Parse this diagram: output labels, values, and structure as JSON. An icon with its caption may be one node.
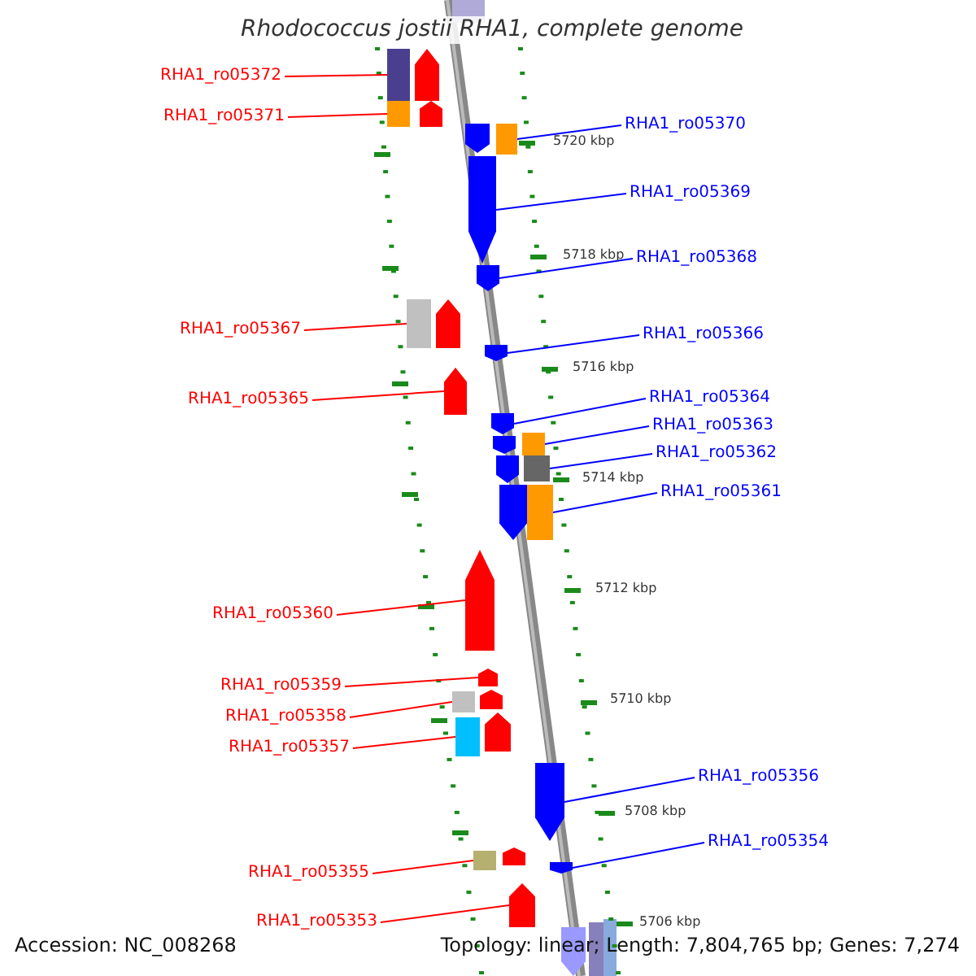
{
  "diagram": {
    "title": "Rhodococcus jostii RHA1, complete genome",
    "nodes": [
      {
        "text": [
          "RHA1_ro05372"
        ]
      },
      {
        "text": [
          "RHA1_ro05371"
        ]
      },
      {
        "text": [
          "RHA1_ro05367"
        ]
      },
      {
        "text": [
          "RHA1_ro05365"
        ]
      },
      {
        "text": [
          "RHA1_ro05360"
        ]
      },
      {
        "text": [
          "RHA1_ro05359"
        ]
      },
      {
        "text": [
          "RHA1_ro05358"
        ]
      },
      {
        "text": [
          "RHA1_ro05357"
        ]
      },
      {
        "text": [
          "RHA1_ro05355"
        ]
      },
      {
        "text": [
          "RHA1_ro05353"
        ]
      },
      {
        "text": [
          "RHA1_ro05370"
        ]
      },
      {
        "text": [
          "RHA1_ro05369"
        ]
      },
      {
        "text": [
          "RHA1_ro05368"
        ]
      },
      {
        "text": [
          "RHA1_ro05366"
        ]
      },
      {
        "text": [
          "RHA1_ro05364"
        ]
      },
      {
        "text": [
          "RHA1_ro05363"
        ]
      },
      {
        "text": [
          "RHA1_ro05362"
        ]
      },
      {
        "text": [
          "RHA1_ro05361"
        ]
      },
      {
        "text": [
          "RHA1_ro05356"
        ]
      },
      {
        "text": [
          "RHA1_ro05354"
        ]
      },
      {
        "text": [],
        "shape": "bar"
      },
      {
        "text": [],
        "shape": "bar"
      },
      {
        "text": [],
        "shape": "bar"
      },
      {
        "text": [],
        "shape": "bar"
      },
      {
        "text": [],
        "shape": "bar"
      },
      {
        "text": [],
        "shape": "bar"
      },
      {
        "text": [],
        "shape": "bar"
      },
      {
        "text": [],
        "shape": "bar"
      },
      {
        "text": [],
        "shape": "bar"
      },
      {
        "text": [],
        "shape": "bar"
      },
      {
        "text": [],
        "shape": "bar"
      },
      {
        "text": [],
        "shape": "bar"
      },
      {
        "text": [],
        "shape": "bar"
      },
      {
        "text": [],
        "shape": "bar"
      },
      {
        "text": [],
        "shape": "bar"
      },
      {
        "text": [],
        "shape": "bar"
      },
      {
        "text": [],
        "shape": "bar"
      },
      {
        "text": [],
        "shape": "bar"
      },
      {
        "text": [],
        "shape": "bar"
      },
      {
        "text": [],
        "shape": "bar"
      }
    ],
    "edges": [
      {
        "from": 0,
        "to": 20,
        "arrow": "none",
        "color": "#ff0000"
      },
      {
        "from": 1,
        "to": 21,
        "arrow": "none",
        "color": "#ff0000"
      },
      {
        "from": 2,
        "to": 22,
        "arrow": "none",
        "color": "#ff0000"
      },
      {
        "from": 3,
        "to": 23,
        "arrow": "none",
        "color": "#ff0000"
      },
      {
        "from": 4,
        "to": 24,
        "arrow": "none",
        "color": "#ff0000"
      },
      {
        "from": 5,
        "to": 25,
        "arrow": "none",
        "color": "#ff0000"
      },
      {
        "from": 6,
        "to": 26,
        "arrow": "none",
        "color": "#ff0000"
      },
      {
        "from": 7,
        "to": 27,
        "arrow": "none",
        "color": "#ff0000"
      },
      {
        "from": 8,
        "to": 28,
        "arrow": "none",
        "color": "#ff0000"
      },
      {
        "from": 9,
        "to": 29,
        "arrow": "none",
        "color": "#ff0000"
      },
      {
        "from": 10,
        "to": 30,
        "arrow": "none",
        "color": "#0000ff"
      },
      {
        "from": 11,
        "to": 31,
        "arrow": "none",
        "color": "#0000ff"
      },
      {
        "from": 12,
        "to": 32,
        "arrow": "none",
        "color": "#0000ff"
      },
      {
        "from": 13,
        "to": 33,
        "arrow": "none",
        "color": "#0000ff"
      },
      {
        "from": 14,
        "to": 34,
        "arrow": "none",
        "color": "#0000ff"
      },
      {
        "from": 15,
        "to": 35,
        "arrow": "none",
        "color": "#0000ff"
      },
      {
        "from": 16,
        "to": 36,
        "arrow": "none",
        "color": "#0000ff"
      },
      {
        "from": 17,
        "to": 37,
        "arrow": "none",
        "color": "#0000ff"
      },
      {
        "from": 18,
        "to": 38,
        "arrow": "none",
        "color": "#0000ff"
      },
      {
        "from": 19,
        "to": 39,
        "arrow": "none",
        "color": "#0000ff"
      }
    ],
    "labels": [
      "5720 kbp",
      "5718 kbp",
      "5716 kbp",
      "5714 kbp",
      "5712 kbp",
      "5710 kbp",
      "5708 kbp",
      "5706 kbp",
      "Accession: NC_008268",
      "Topology: linear; Length: 7,804,765 bp; Genes: 7,274"
    ]
  }
}
